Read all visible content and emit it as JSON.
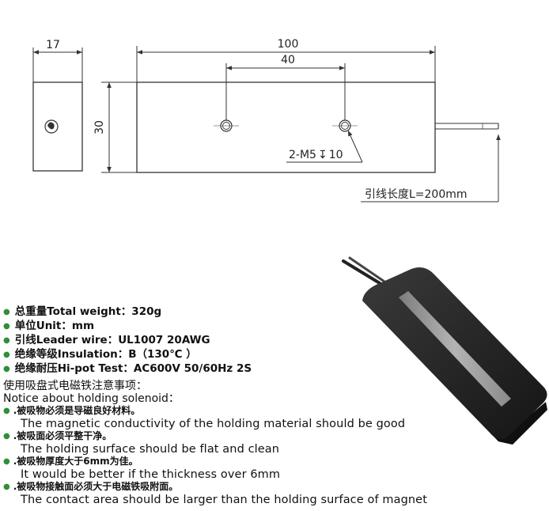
{
  "dimensions": {
    "side_width": "17",
    "height": "30",
    "length": "100",
    "hole_spacing": "40",
    "hole_spec_prefix": "2-M5",
    "hole_spec_symbol": "↧",
    "hole_spec_depth": "10",
    "lead_length": "引线长度L=200mm"
  },
  "specs": [
    "总重量Total  weight：320g",
    "单位Unit：mm",
    "引线Leader wire：UL1007  20AWG",
    "绝缘等级Insulation：B（130℃ ）",
    "绝缘耐压Hi-pot Test：AC600V 50/60Hz 2S"
  ],
  "notice": {
    "title_zh": "使用吸盘式电磁铁注意事项：",
    "title_en": "Notice about holding solenoid：",
    "items": [
      {
        "zh": ".被吸物必须是导磁良好材料。",
        "en": "The magnetic conductivity of the holding material should be good"
      },
      {
        "zh": ".被吸面必须平整干净。",
        "en": "The holding surface should be flat and clean"
      },
      {
        "zh": ".被吸物厚度大于6mm为佳。",
        "en": "It would be better if the thickness over 6mm"
      },
      {
        "zh": ".被吸物接触面必须大于电磁铁吸附面。",
        "en": "The contact area should be larger than the holding surface of magnet"
      }
    ]
  },
  "colors": {
    "bullet": "#2f8f3a",
    "product_body": "#1b1b1b",
    "pole_strip": "#9a9a9a"
  }
}
